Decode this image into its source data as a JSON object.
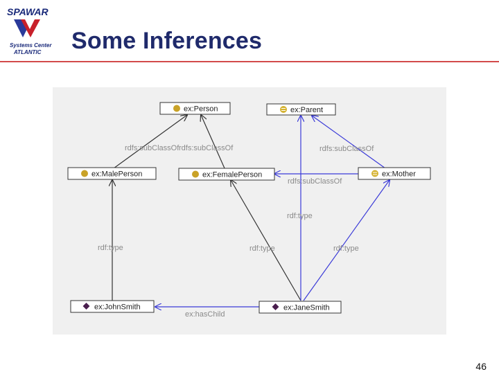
{
  "slide": {
    "title": "Some Inferences",
    "page_number": "46",
    "logo": {
      "line1": "SPAWAR",
      "line2": "Systems Center",
      "line3": "ATLANTIC"
    }
  },
  "diagram": {
    "nodes": {
      "person": "ex:Person",
      "parent": "ex:Parent",
      "male_person": "ex:MalePerson",
      "female_person": "ex:FemalePerson",
      "mother": "ex:Mother",
      "john_smith": "ex:JohnSmith",
      "jane_smith": "ex:JaneSmith"
    },
    "edge_labels": {
      "male_subclass": "rdfs:subClassOf",
      "female_subclass": "rdfs:subClassOf",
      "mother_parent_subclass": "rdfs:subClassOf",
      "mother_female_subclass": "rdfs:subClassOf",
      "jane_parent_type": "rdf:type",
      "john_male_type": "rdf:type",
      "jane_female_type": "rdf:type",
      "jane_mother_type": "rdf:type",
      "has_child": "ex:hasChild"
    },
    "colors": {
      "asserted_edge": "#333333",
      "inferred_edge": "#3a3ad8",
      "class_icon": "#c9a227",
      "defined_class_icon": "#d4b230",
      "individual_icon": "#4a1e4e",
      "edge_label": "#8a8a8a"
    }
  }
}
